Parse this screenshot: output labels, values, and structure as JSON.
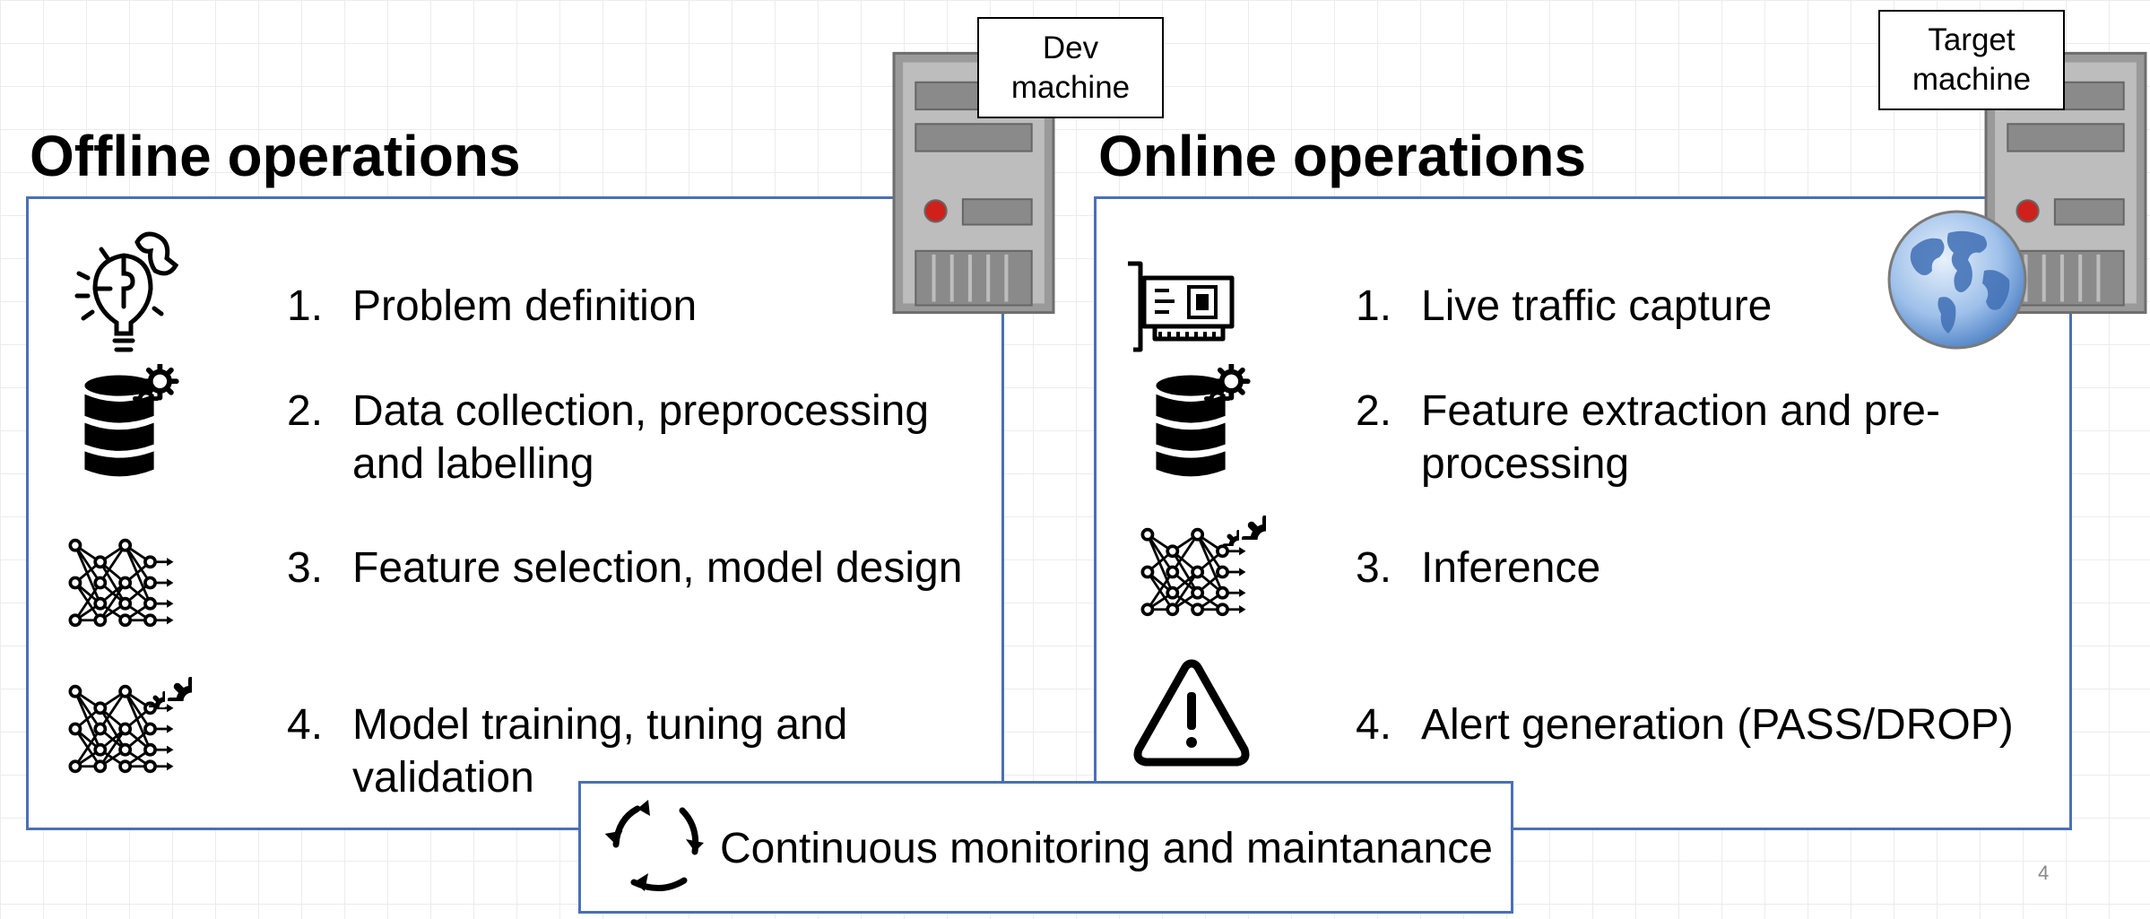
{
  "offline": {
    "title": "Offline operations",
    "machine_label": "Dev\nmachine",
    "steps": [
      {
        "num": "1.",
        "text": "Problem definition",
        "icon": "lightbulb-puzzle-icon"
      },
      {
        "num": "2.",
        "text": "Data collection, preprocessing and labelling",
        "icon": "database-gear-icon"
      },
      {
        "num": "3.",
        "text": "Feature selection, model design",
        "icon": "neural-network-icon"
      },
      {
        "num": "4.",
        "text": "Model training, tuning and validation",
        "icon": "neural-network-gear-icon"
      }
    ]
  },
  "online": {
    "title": "Online operations",
    "machine_label": "Target\nmachine",
    "steps": [
      {
        "num": "1.",
        "text": "Live traffic capture",
        "icon": "network-card-icon"
      },
      {
        "num": "2.",
        "text": "Feature extraction and pre-processing",
        "icon": "database-gear-icon"
      },
      {
        "num": "3.",
        "text": "Inference",
        "icon": "neural-network-gear-icon"
      },
      {
        "num": "4.",
        "text": "Alert generation (PASS/DROP)",
        "icon": "warning-icon"
      }
    ]
  },
  "footer": {
    "label": "Continuous monitoring and maintanance",
    "icon": "cycle-arrows-icon"
  },
  "page_number": "4",
  "colors": {
    "panel_border": "#4a70b5",
    "server_gray": "#a8a8a8",
    "led_red": "#d0201b",
    "globe_blue": "#5b8fd0"
  }
}
